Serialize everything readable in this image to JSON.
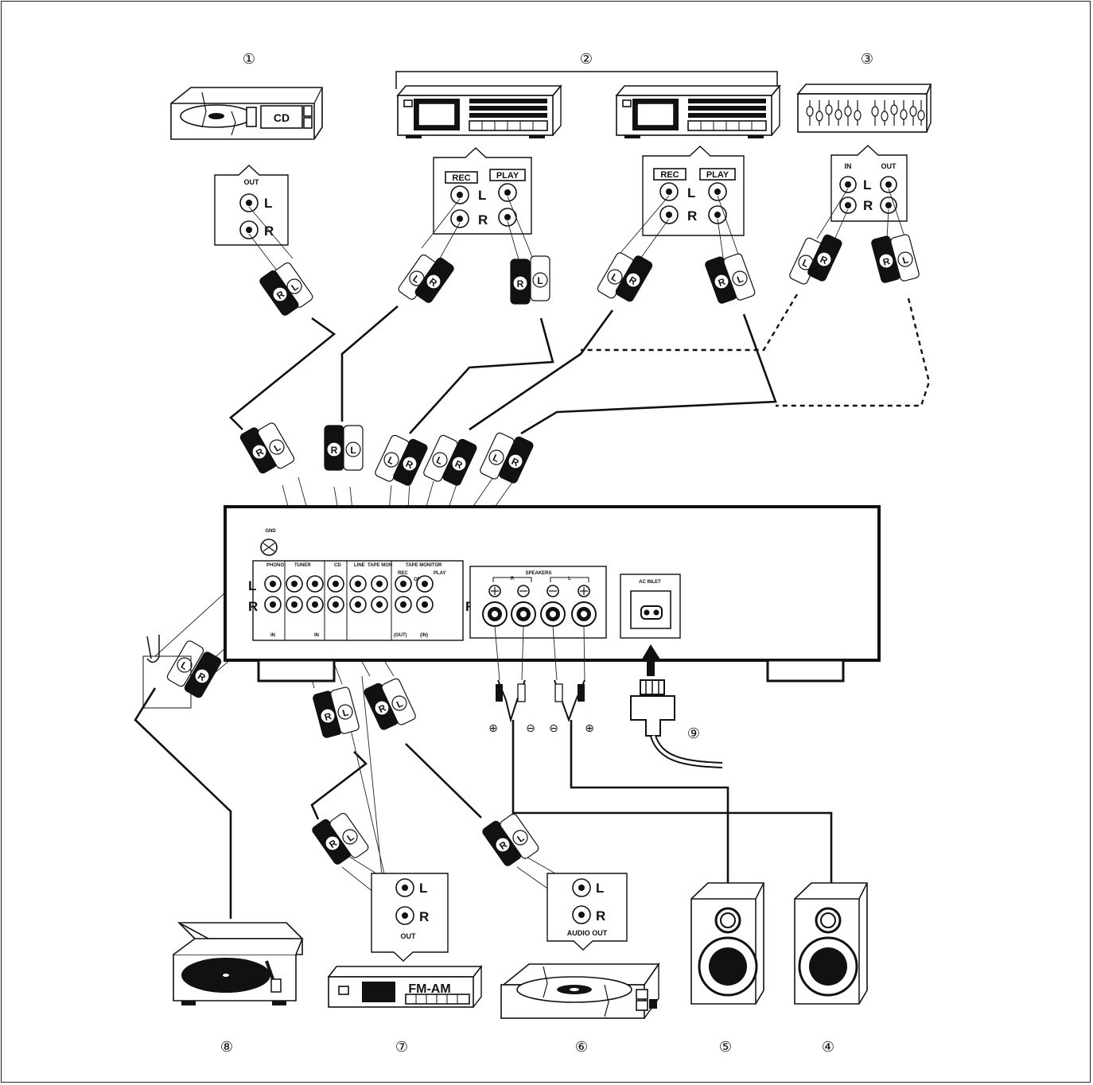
{
  "components": {
    "n1": "①",
    "n2": "②",
    "n3": "③",
    "n4": "④",
    "n5": "⑤",
    "n6": "⑥",
    "n7": "⑦",
    "n8": "⑧",
    "n9": "⑨"
  },
  "labels": {
    "cd": "CD",
    "out": "OUT",
    "in": "IN",
    "rec": "REC",
    "play": "PLAY",
    "L": "L",
    "R": "R",
    "fm_am": "FM-AM",
    "audio_out": "AUDIO OUT",
    "plug_L": "L",
    "plug_R": "R"
  },
  "amp_panel": {
    "gnd": "GND",
    "phono": "PHONO",
    "tuner": "TUNER",
    "cd": "CD",
    "line": "LINE",
    "tape_mon": "TAPE MON",
    "tape_monitor": "TAPE MONITOR",
    "rec": "REC",
    "play": "PLAY",
    "opt": "OPT",
    "in": "IN",
    "out_paren": "(OUT)",
    "in_paren": "(IN)",
    "speakers": "SPEAKERS",
    "ac_inlet": "AC INLET"
  }
}
